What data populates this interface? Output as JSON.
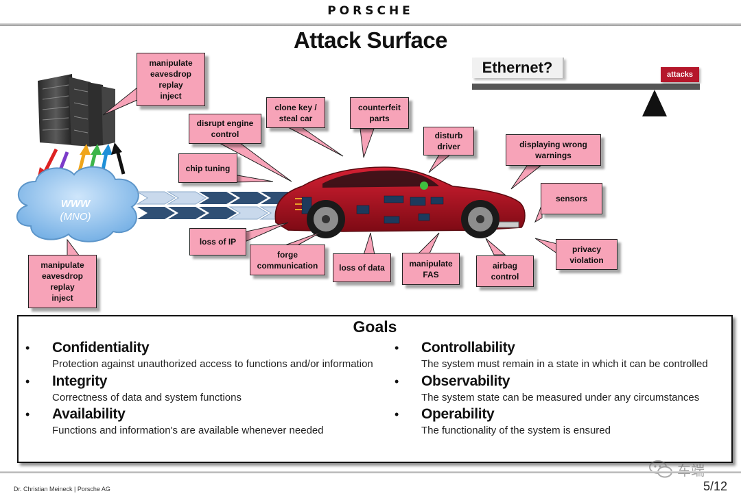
{
  "header": {
    "brand": "PORSCHE",
    "title": "Attack Surface"
  },
  "network": {
    "cloud_line1": "WWW",
    "cloud_line2": "(MNO)"
  },
  "ethernet": {
    "label": "Ethernet?",
    "attacks_label": "attacks"
  },
  "callouts": {
    "server": "manipulate\neavesdrop\nreplay\ninject",
    "cloud": "manipulate\neavesdrop\nreplay\ninject",
    "disrupt_engine": "disrupt engine\ncontrol",
    "clone_key": "clone key /\nsteal car",
    "counterfeit": "counterfeit\nparts",
    "disturb_driver": "disturb\ndriver",
    "wrong_warnings": "displaying wrong\nwarnings",
    "chip_tuning": "chip tuning",
    "sensors": "sensors",
    "loss_of_ip": "loss of IP",
    "forge": "forge\ncommunication",
    "loss_of_data": "loss of data",
    "manipulate_fas": "manipulate\nFAS",
    "airbag": "airbag\ncontrol",
    "privacy": "privacy\nviolation"
  },
  "goals": {
    "title": "Goals",
    "left": [
      {
        "name": "Confidentiality",
        "desc": "Protection against unauthorized access to functions and/or information"
      },
      {
        "name": "Integrity",
        "desc": "Correctness of data and system functions"
      },
      {
        "name": "Availability",
        "desc": "Functions and information's are available whenever needed"
      }
    ],
    "right": [
      {
        "name": "Controllability",
        "desc": "The system must remain in a state in which it can be controlled"
      },
      {
        "name": "Observability",
        "desc": "The system state can be measured under any circumstances"
      },
      {
        "name": "Operability",
        "desc": "The functionality of the system is ensured"
      }
    ]
  },
  "footer": {
    "author": "Dr. Christian Meineck | Porsche AG",
    "page": "5/12"
  },
  "watermark": {
    "text": "车端"
  },
  "colors": {
    "callout_fill": "#f7a3b8",
    "car_red": "#b0101d",
    "attacks_red": "#b5172b",
    "cloud_blue": "#8fc3f0",
    "stream_dark": "#2f4f74",
    "stream_light": "#c9d9ec"
  }
}
